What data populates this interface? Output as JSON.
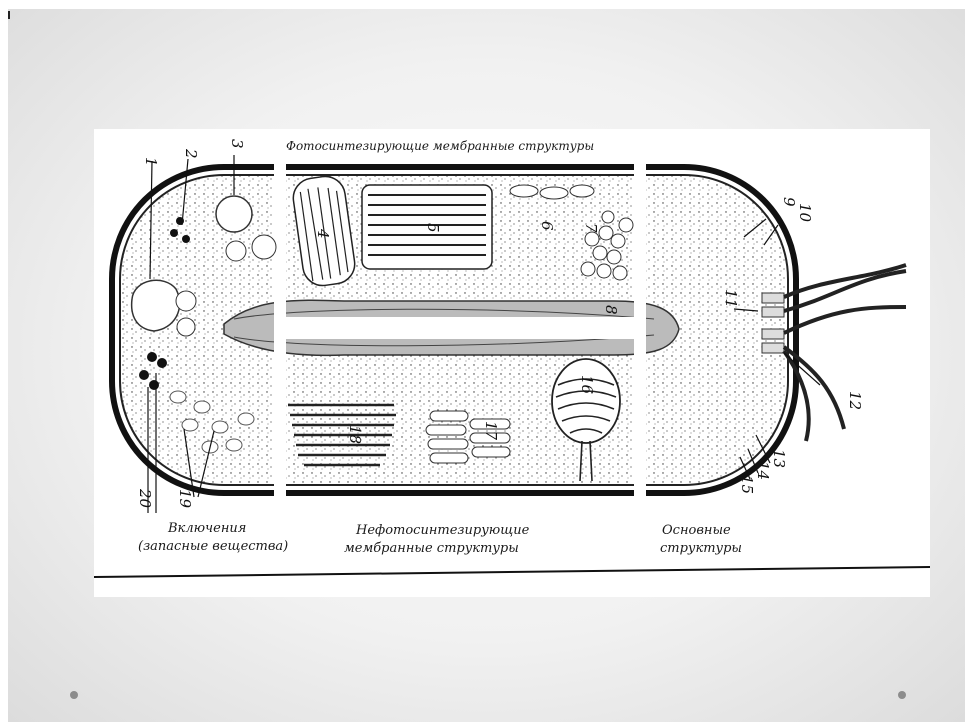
{
  "diagram": {
    "title_top": "Фотосинтезирующие мембранные структуры",
    "caption_left": [
      "Включения",
      "(запасные вещества)"
    ],
    "caption_middle": [
      "Нефотосинтезирующие",
      "мембранные структуры"
    ],
    "caption_right": [
      "Основные",
      "структуры"
    ],
    "numbers": [
      "1",
      "2",
      "3",
      "4",
      "5",
      "6",
      "7",
      "8",
      "9",
      "10",
      "11",
      "12",
      "13",
      "14",
      "15",
      "16",
      "17",
      "18",
      "19",
      "20"
    ]
  },
  "slide": {
    "nav_dots": [
      "prev-dot",
      "next-dot"
    ]
  }
}
